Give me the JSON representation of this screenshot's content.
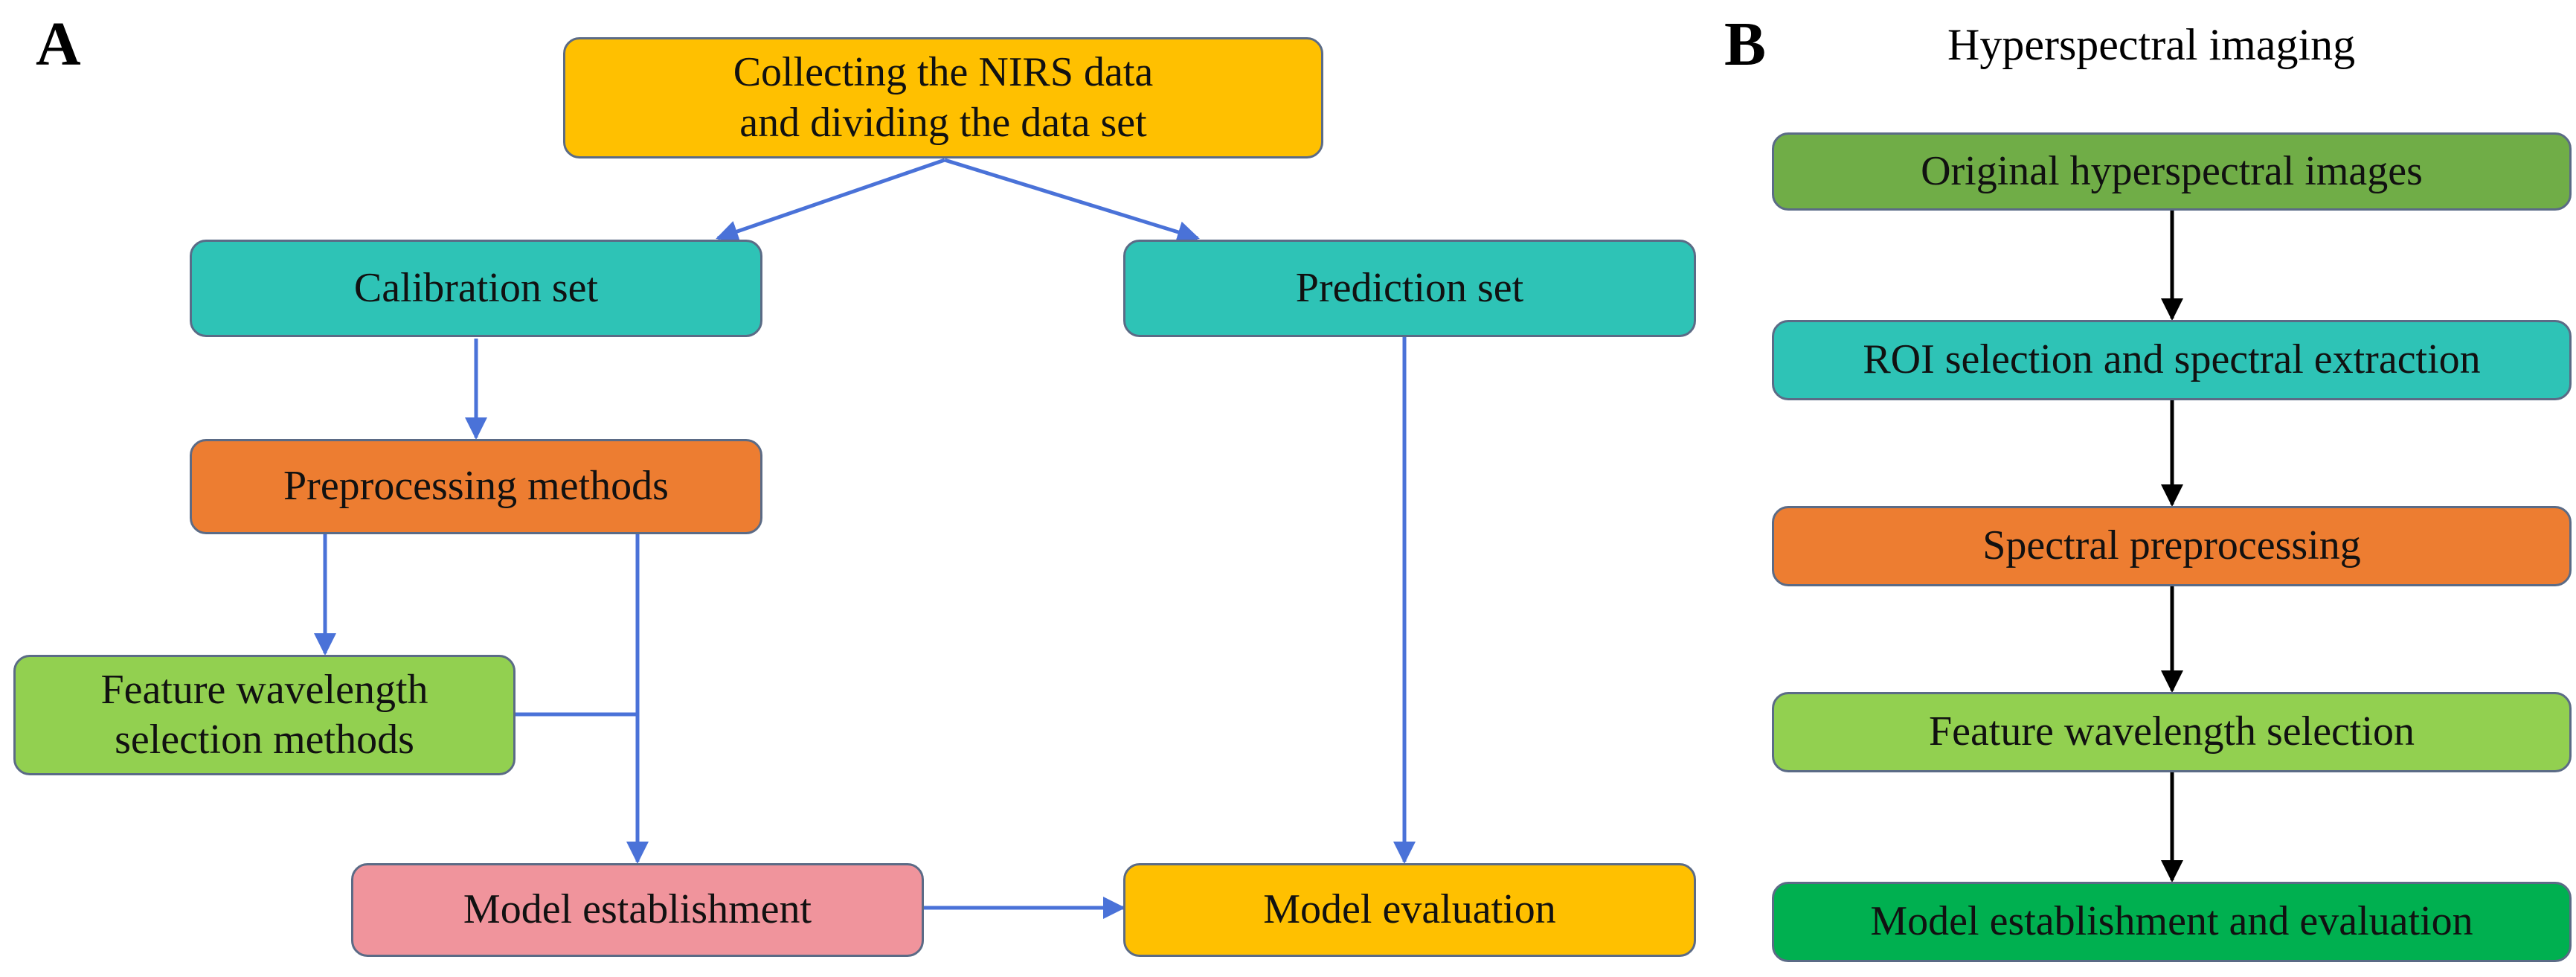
{
  "panel_a": {
    "letter": "A",
    "nodes": {
      "collect": {
        "label": "Collecting the NIRS data\nand dividing the data set",
        "color": "#ffc000"
      },
      "calibration": {
        "label": "Calibration set",
        "color": "#2ec3b6"
      },
      "prediction": {
        "label": "Prediction set",
        "color": "#2ec3b6"
      },
      "preprocess": {
        "label": "Preprocessing methods",
        "color": "#ed7d31"
      },
      "feature": {
        "label": "Feature wavelength\nselection methods",
        "color": "#92d050"
      },
      "model_est": {
        "label": "Model establishment",
        "color": "#f0949c"
      },
      "model_eval": {
        "label": "Model evaluation",
        "color": "#ffc000"
      }
    },
    "edge_color": "#4a72d8"
  },
  "panel_b": {
    "letter": "B",
    "title": "Hyperspectral imaging",
    "steps": [
      {
        "label": "Original hyperspectral images",
        "color": "#70ad47"
      },
      {
        "label": "ROI selection and spectral extraction",
        "color": "#2ec3b6"
      },
      {
        "label": "Spectral preprocessing",
        "color": "#ed7d31"
      },
      {
        "label": "Feature wavelength selection",
        "color": "#92d050"
      },
      {
        "label": "Model establishment and evaluation",
        "color": "#00b050"
      }
    ],
    "edge_color": "#000000"
  }
}
